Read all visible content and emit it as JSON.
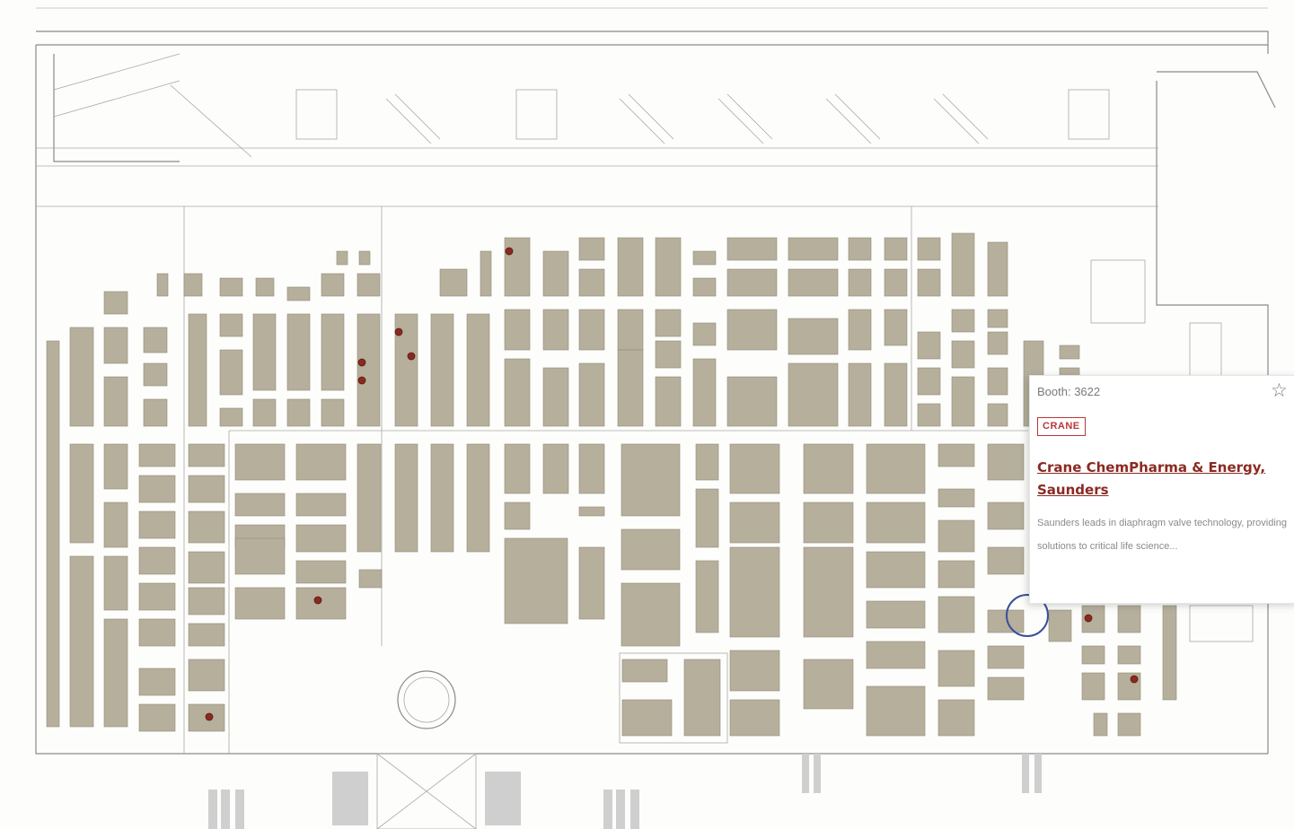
{
  "map": {
    "top_street": "",
    "left_street": "",
    "bottom_caption_1": "",
    "bottom_caption_2": "",
    "section_label": "",
    "booth_color": "#b5af9c",
    "pin_color": "#8a2a1f"
  },
  "popup": {
    "booth": "Booth: 3622",
    "favorite_icon": "star-outline-icon",
    "logo_text": "CRANE",
    "company": "Crane ChemPharma & Energy, Saunders",
    "description": "Saunders leads in diaphragm valve technology, providing solutions to critical life science...",
    "accent_color": "#8b2a22"
  }
}
